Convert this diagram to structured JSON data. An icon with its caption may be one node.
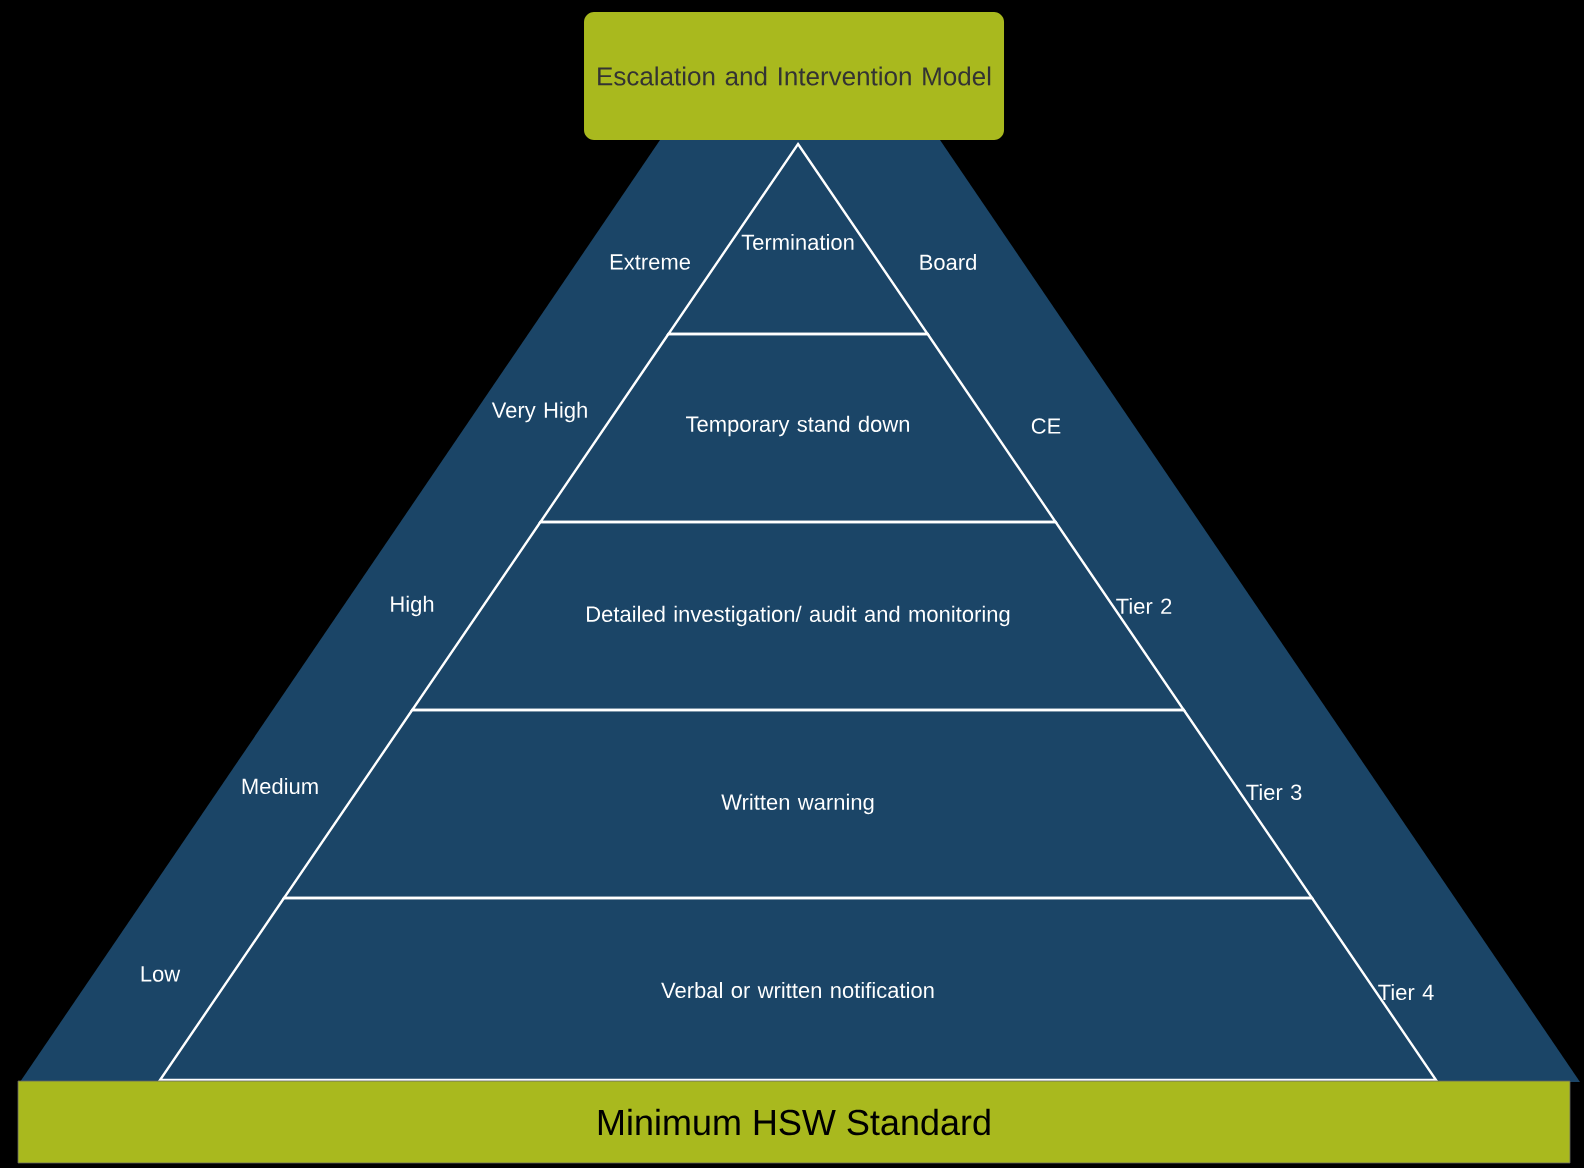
{
  "diagram": {
    "nodes": [
      {
        "text": [
          "Escalation and Intervention Model"
        ]
      },
      {
        "text": [
          "Termination"
        ],
        "beside": [
          "Extreme",
          "Board"
        ]
      },
      {
        "text": [
          "Temporary stand down"
        ],
        "beside": [
          "Very High",
          "CE"
        ]
      },
      {
        "text": [
          "Detailed investigation/ audit and monitoring"
        ],
        "beside": [
          "High",
          "Tier 2"
        ]
      },
      {
        "text": [
          "Written warning"
        ],
        "beside": [
          "Medium",
          "Tier 3"
        ]
      },
      {
        "text": [
          "Verbal or written notification"
        ],
        "beside": [
          "Low",
          "Tier 4"
        ]
      },
      {
        "text": [
          "Minimum HSW Standard"
        ]
      }
    ]
  }
}
